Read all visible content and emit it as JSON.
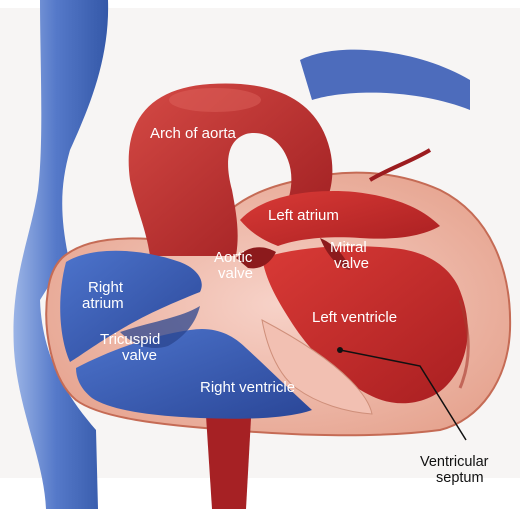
{
  "labels": {
    "arch_of_aorta": "Arch of aorta",
    "left_atrium": "Left atrium",
    "aortic_valve": [
      "Aortic",
      "valve"
    ],
    "mitral_valve": [
      "Mitral",
      "valve"
    ],
    "right_atrium": [
      "Right",
      "atrium"
    ],
    "left_ventricle": "Left ventricle",
    "tricuspid_valve": [
      "Tricuspid",
      "valve"
    ],
    "right_ventricle": "Right ventricle",
    "ventricular_septum": [
      "Ventricular",
      "septum"
    ]
  },
  "colors": {
    "background": "#ffffff",
    "vena_cava_blue": "#4b6fbf",
    "right_chamber_blue": "#3356b0",
    "aorta_red": "#b8282a",
    "left_chamber_red": "#c52b2b",
    "muscle_pink": "#f4c3b8",
    "heart_wall": "#d9866d",
    "label_text_light": "#ffffff",
    "label_text_dark": "#111111"
  }
}
